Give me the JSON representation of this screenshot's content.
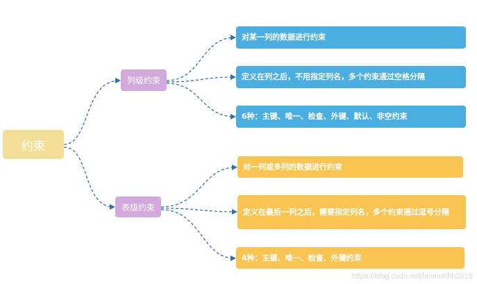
{
  "root": {
    "label": "约束"
  },
  "branches": [
    {
      "label": "列级约束",
      "color": "#d3a8dd",
      "leaf_color": "#4aaee0",
      "leaves": [
        "对某一列的数据进行约束",
        "定义在列之后，不用指定列名，多个约束通过空格分隔",
        "6种：主键、唯一、检查、外键、默认、非空约束"
      ]
    },
    {
      "label": "表级约束",
      "color": "#d3a8dd",
      "leaf_color": "#f9c452",
      "leaves": [
        "对一列或多列的数据进行约束",
        "定义在最后一列之后，需要指定列名，多个约束通过逗号分隔",
        "4种：主键、唯一、检查、外键约束"
      ]
    }
  ],
  "root_color": "#f3df98",
  "connector_color": "#2e6faf",
  "watermark": "https://blog.csdn.net/lanmuhhh2015"
}
